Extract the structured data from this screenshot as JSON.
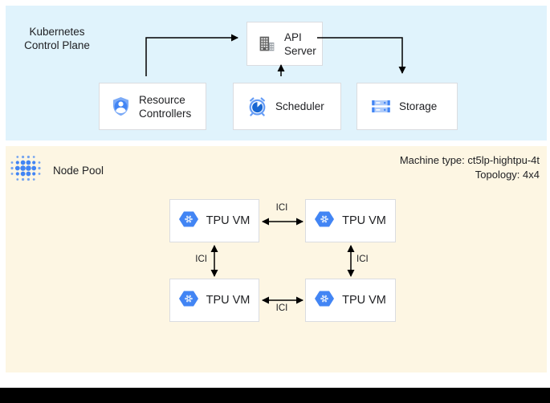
{
  "control_plane": {
    "title": "Kubernetes\nControl Plane",
    "api_server": "API Server",
    "resource_controllers": "Resource Controllers",
    "scheduler": "Scheduler",
    "storage": "Storage"
  },
  "node_pool": {
    "title": "Node Pool",
    "machine_type": "Machine type: ct5lp-hightpu-4t",
    "topology": "Topology: 4x4",
    "vms": [
      "TPU VM",
      "TPU VM",
      "TPU VM",
      "TPU VM"
    ],
    "ici_labels": [
      "ICI",
      "ICI",
      "ICI",
      "ICI"
    ]
  },
  "colors": {
    "control_plane_bg": "#E0F3FC",
    "node_pool_bg": "#FDF6E3",
    "box_border": "#DADCE0",
    "accent_blue": "#4285F4",
    "light_blue": "#AECBFA",
    "icon_gray": "#616161",
    "arrow": "#000000",
    "text": "#202124"
  }
}
